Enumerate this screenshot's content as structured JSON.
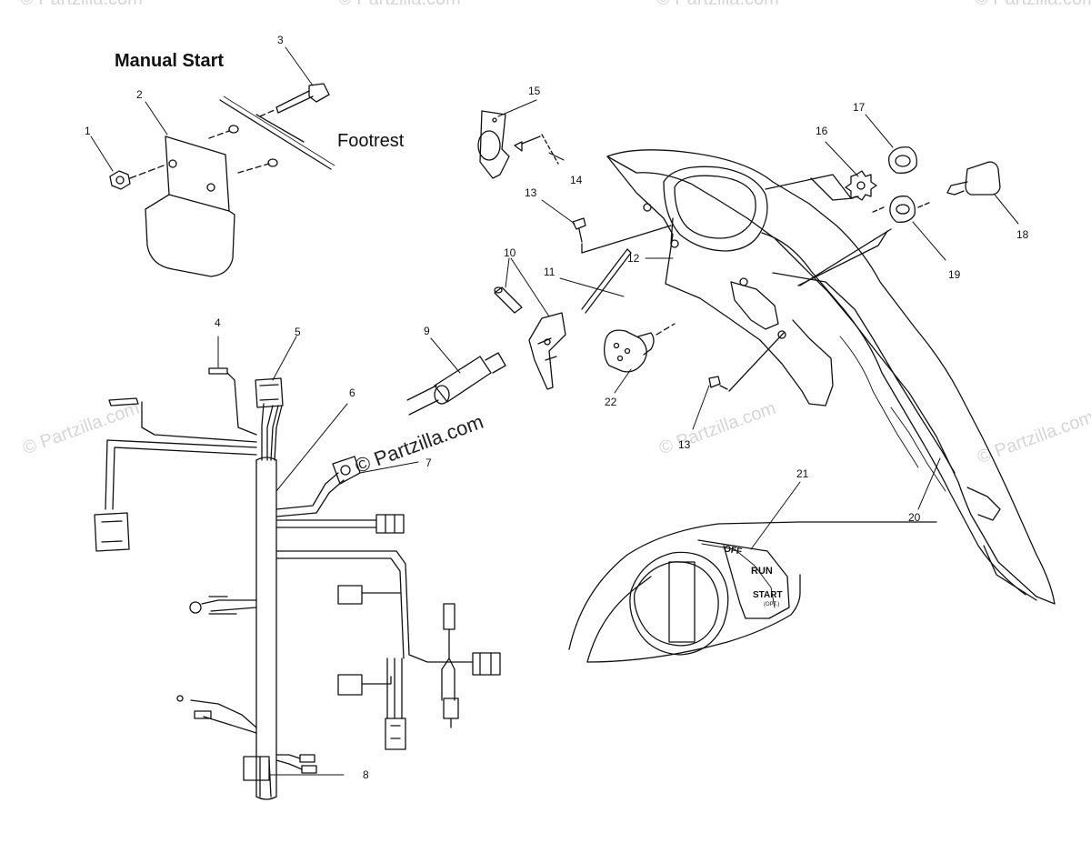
{
  "diagram": {
    "title": "Manual Start",
    "footrest_label": "Footrest",
    "watermark_main": "© Partzilla.com",
    "watermark_faint": "© Partzilla.com",
    "callouts": [
      "1",
      "2",
      "3",
      "4",
      "5",
      "6",
      "7",
      "8",
      "9",
      "10",
      "11",
      "12",
      "13",
      "13",
      "14",
      "15",
      "16",
      "17",
      "18",
      "19",
      "20",
      "21",
      "22"
    ],
    "switch_positions": {
      "off": "OFF",
      "run": "RUN",
      "start": "START",
      "start_note": "(OPT.)"
    }
  }
}
